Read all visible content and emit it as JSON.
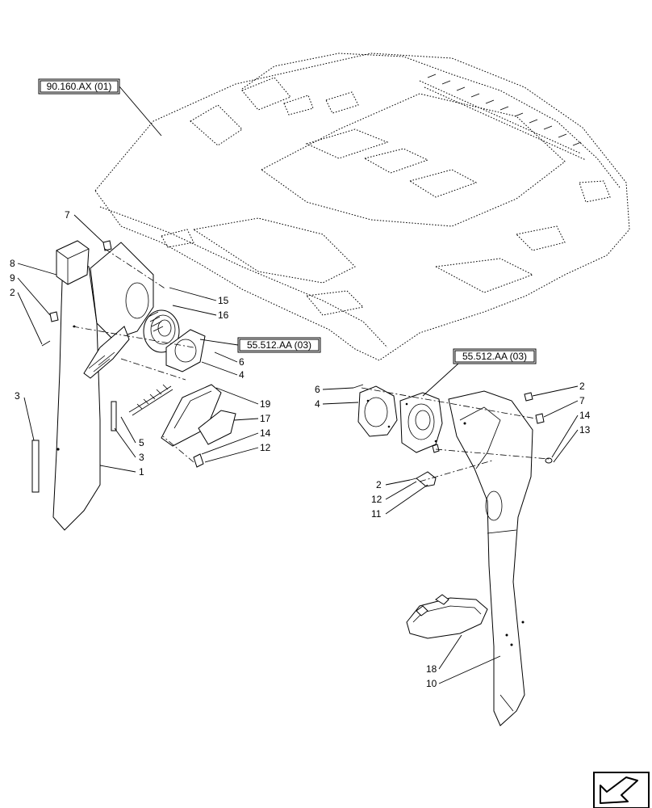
{
  "references": {
    "headliner_ref": "90.160.AX (01)",
    "speaker_ref_left": "55.512.AA (03)",
    "speaker_ref_right": "55.512.AA (03)"
  },
  "callouts": {
    "left": [
      "7",
      "8",
      "9",
      "2",
      "3",
      "15",
      "16",
      "6",
      "4",
      "19",
      "17",
      "5",
      "3",
      "14",
      "12",
      "1"
    ],
    "right": [
      "6",
      "4",
      "2",
      "7",
      "14",
      "13",
      "2",
      "12",
      "11",
      "18",
      "10"
    ]
  },
  "icons": {
    "nav": "next-page-arrow-icon"
  },
  "colors": {
    "line": "#000000",
    "background": "#ffffff"
  }
}
